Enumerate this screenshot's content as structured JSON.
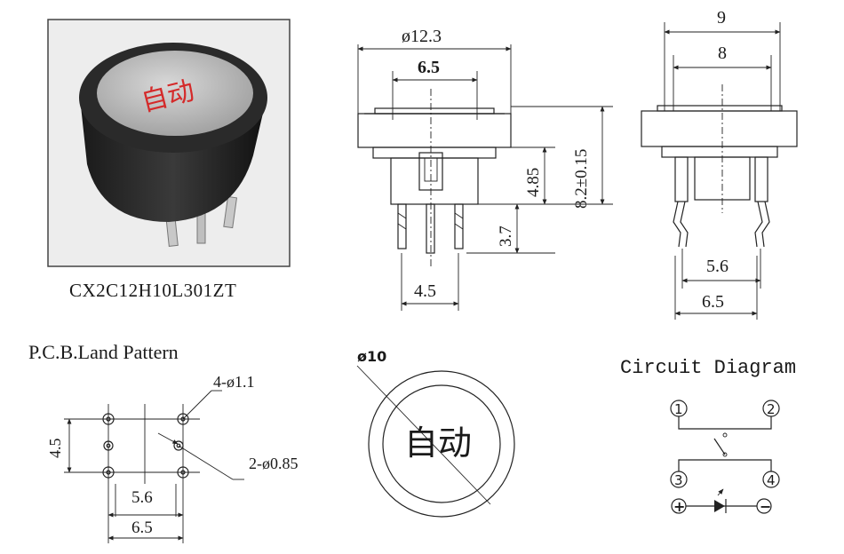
{
  "photo": {
    "model": "CX2C12H10L301ZT",
    "cap_text": "自动"
  },
  "front_view": {
    "dim_top": "ø12.3",
    "dim_inner": "6.5",
    "dim_height_total": "8.2±0.15",
    "dim_body": "4.85",
    "dim_pin": "3.7",
    "dim_pitch": "4.5"
  },
  "side_view": {
    "dim_top": "9",
    "dim_inner": "8",
    "dim_pin_inner": "5.6",
    "dim_pin_outer": "6.5"
  },
  "pcb": {
    "title": "P.C.B.Land Pattern",
    "hole_large": "4-ø1.1",
    "hole_small": "2-ø0.85",
    "dim_vertical": "4.5",
    "dim_inner": "5.6",
    "dim_outer": "6.5"
  },
  "top_view": {
    "diameter": "ø10",
    "cap_text": "自动"
  },
  "circuit": {
    "title": "Circuit Diagram",
    "pin1": "1",
    "pin2": "2",
    "pin3": "3",
    "pin4": "4",
    "plus": "+",
    "minus": "−"
  }
}
